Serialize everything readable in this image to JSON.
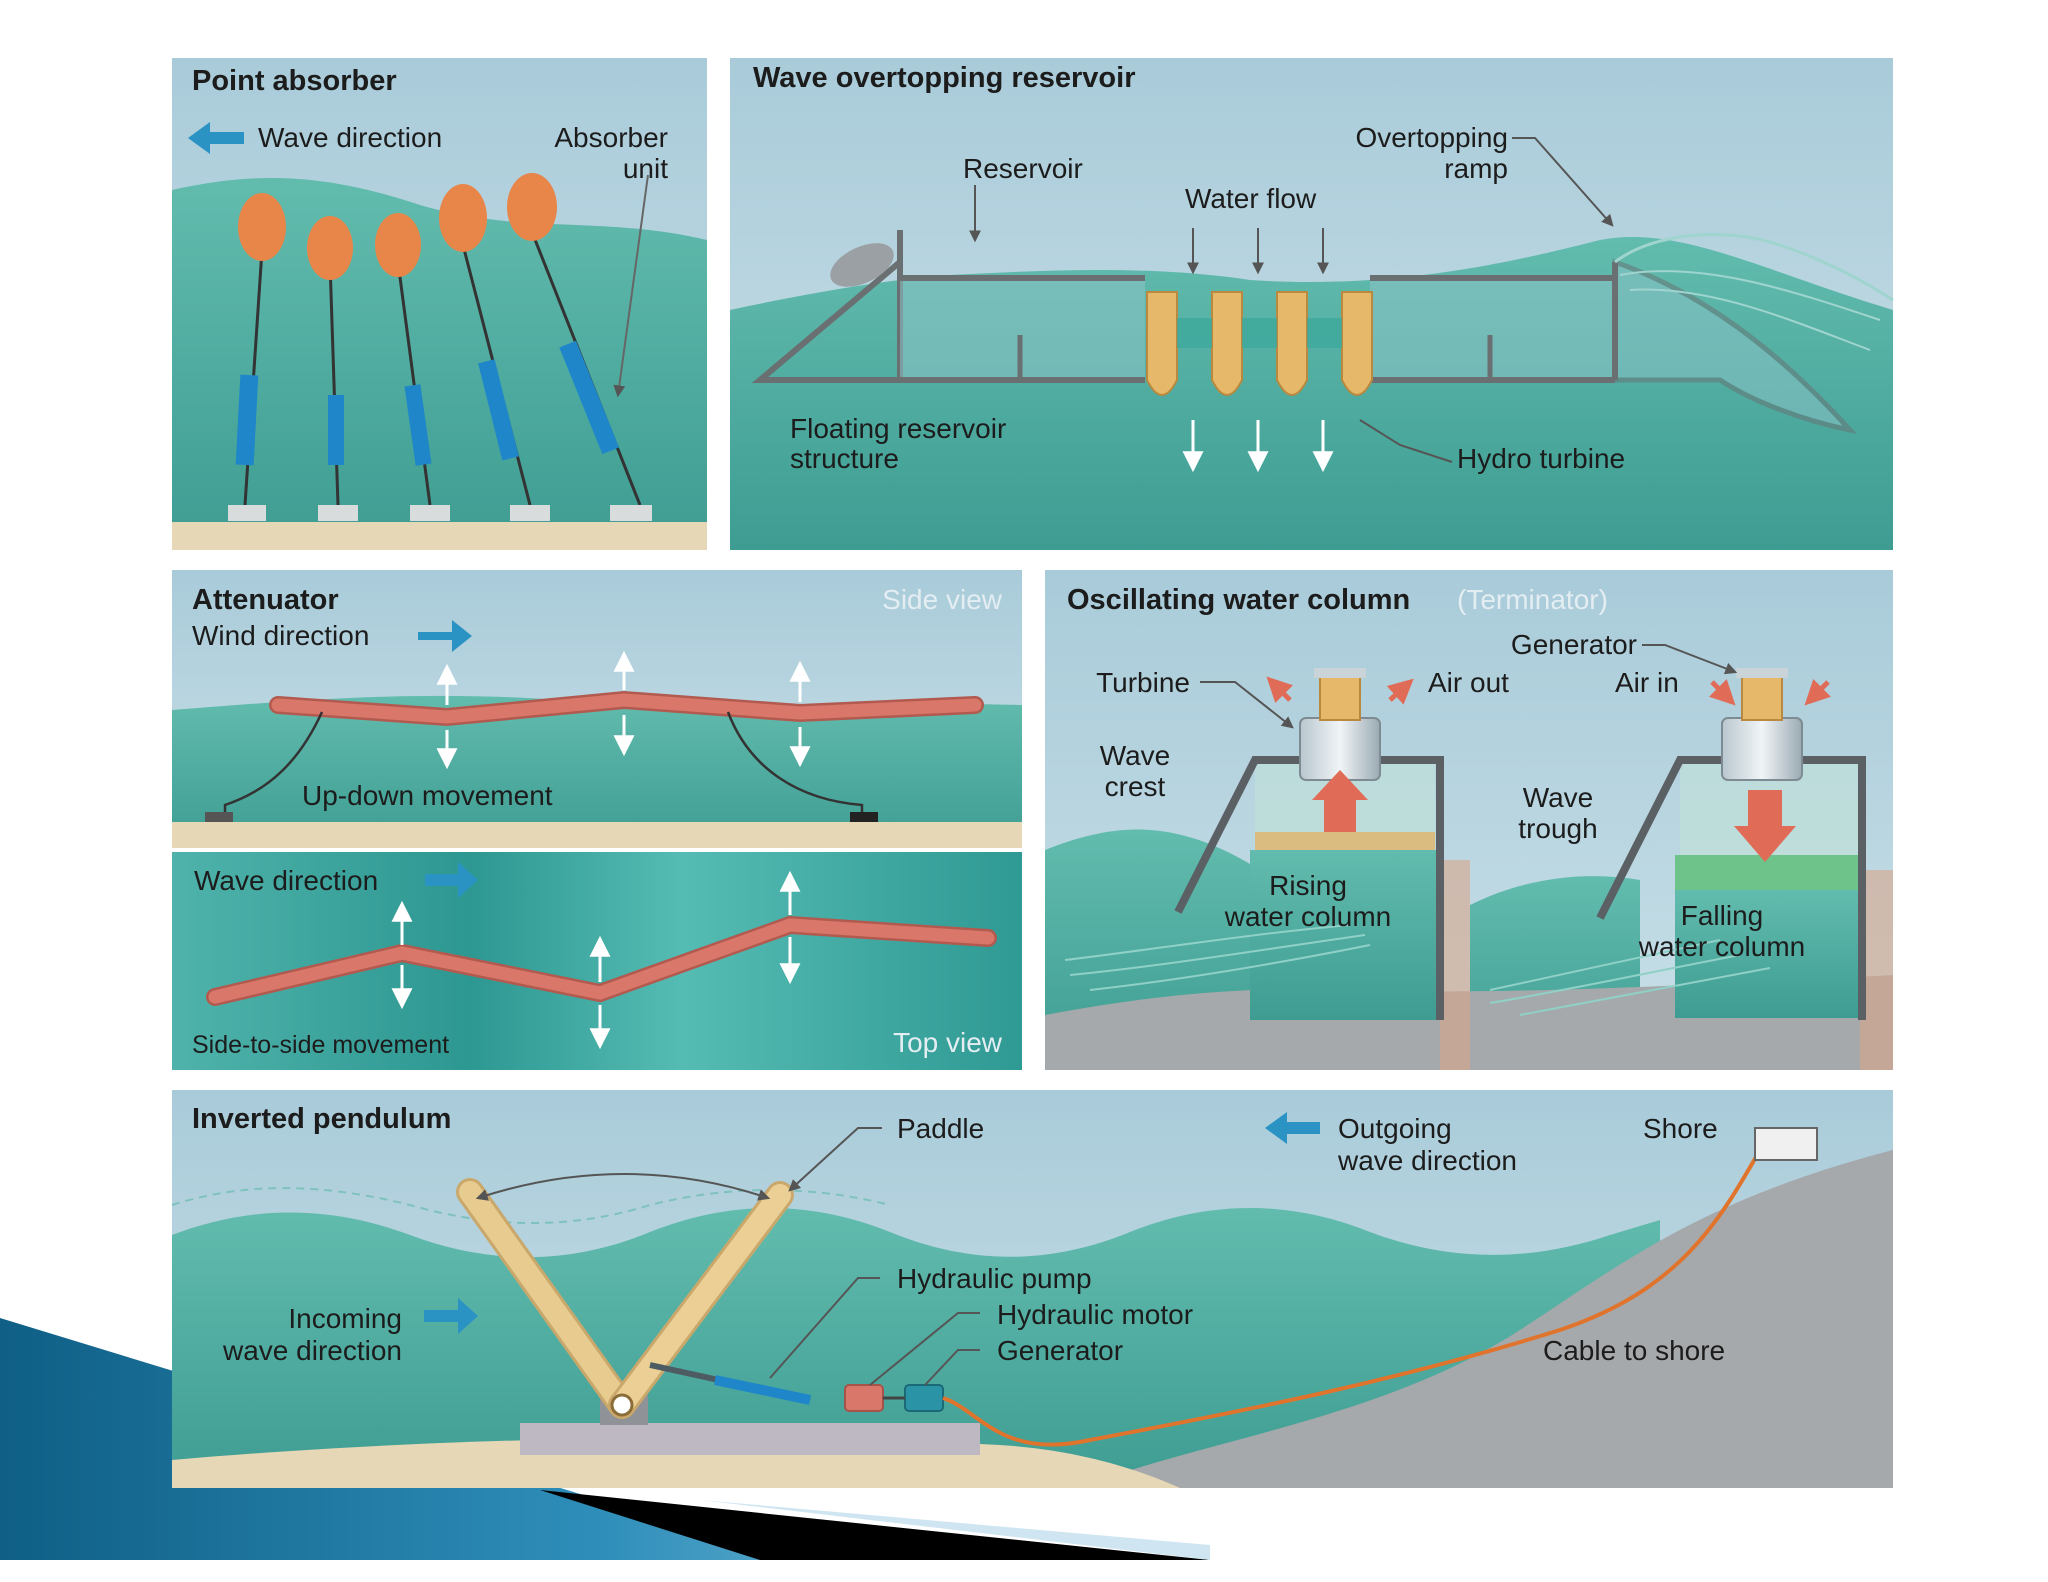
{
  "colors": {
    "water": "#5db5a9",
    "water_deep": "#3f9c93",
    "sky": "#b5d3df",
    "sand": "#e6d7b6",
    "buoy": "#e8864a",
    "cylinder": "#1f87c9",
    "pipe": "#d9776a",
    "hull": "#7a7f83",
    "turbine_blade": "#e6b96a",
    "arrow": "#2a93c4",
    "air_arrow": "#e06c57",
    "cable": "#e0742c",
    "ground": "#a6a9ab",
    "paddle": "#ebcf94"
  },
  "panels": {
    "point_absorber": {
      "title": "Point absorber",
      "wave_direction": "Wave direction",
      "absorber_unit_1": "Absorber",
      "absorber_unit_2": "unit"
    },
    "overtopping": {
      "title": "Wave overtopping reservoir",
      "reservoir": "Reservoir",
      "water_flow": "Water flow",
      "ramp_1": "Overtopping",
      "ramp_2": "ramp",
      "structure_1": "Floating reservoir",
      "structure_2": "structure",
      "hydro_turbine": "Hydro turbine"
    },
    "attenuator": {
      "title": "Attenuator",
      "wind_direction": "Wind direction",
      "side_view": "Side view",
      "up_down": "Up-down movement",
      "wave_direction": "Wave direction",
      "side_to_side": "Side-to-side movement",
      "top_view": "Top view"
    },
    "owc": {
      "title": "Oscillating water column",
      "subtitle": "(Terminator)",
      "generator": "Generator",
      "turbine": "Turbine",
      "air_out": "Air out",
      "air_in": "Air in",
      "wave_crest_1": "Wave",
      "wave_crest_2": "crest",
      "wave_trough_1": "Wave",
      "wave_trough_2": "trough",
      "rising_1": "Rising",
      "rising_2": "water column",
      "falling_1": "Falling",
      "falling_2": "water column"
    },
    "pendulum": {
      "title": "Inverted pendulum",
      "paddle": "Paddle",
      "outgoing_1": "Outgoing",
      "outgoing_2": "wave direction",
      "shore": "Shore",
      "incoming_1": "Incoming",
      "incoming_2": "wave direction",
      "hydraulic_pump": "Hydraulic pump",
      "hydraulic_motor": "Hydraulic motor",
      "generator": "Generator",
      "cable": "Cable to shore"
    }
  }
}
